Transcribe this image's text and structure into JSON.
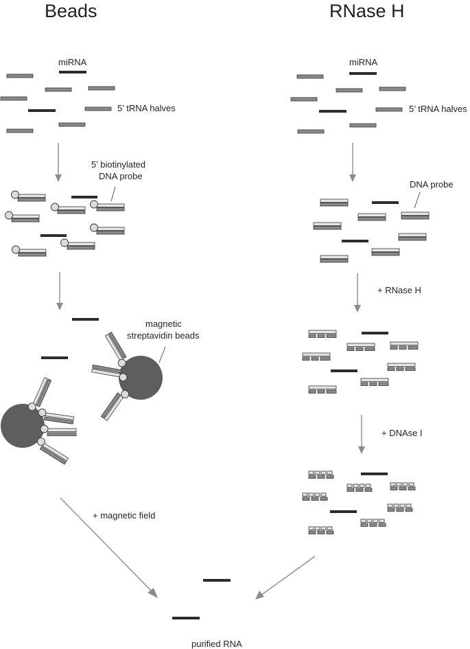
{
  "left_panel": {
    "title": "Beads",
    "label_mirna": "miRNA",
    "label_trna": "5’ tRNA halves",
    "label_probe_line1": "5’ biotinylated",
    "label_probe_line2": "DNA probe",
    "label_beads_line1": "magnetic",
    "label_beads_line2": "streptavidin beads",
    "label_field": "+ magnetic field"
  },
  "right_panel": {
    "title": "RNase H",
    "label_mirna": "miRNA",
    "label_trna": "5’ tRNA halves",
    "label_probe": "DNA probe",
    "label_rnaseh": "+ RNase H",
    "label_dnase": "+ DNAse I"
  },
  "result": {
    "label": "purified RNA"
  },
  "colors": {
    "mirna": "#2c2c2c",
    "trna": "#8a8a8a",
    "probe": "#e6e6e6",
    "bead": "#5e5e5e",
    "arrow": "#8c8c8c"
  }
}
